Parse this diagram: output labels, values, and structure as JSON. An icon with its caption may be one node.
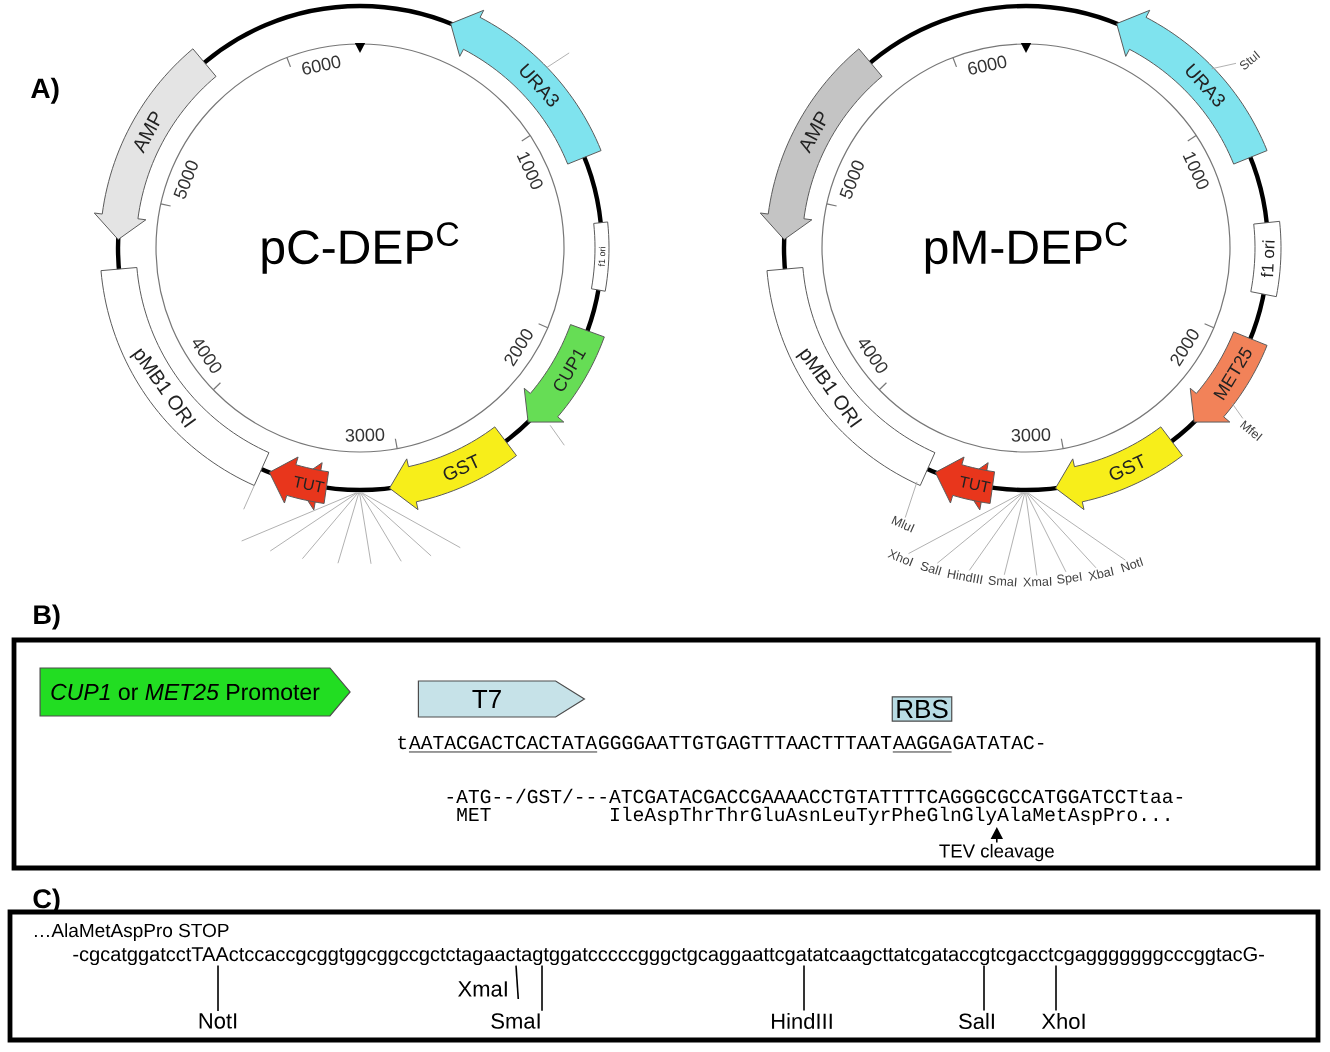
{
  "diagram": {
    "nodes": [
      {
        "text": [
          "pC-DEP$^{C}$"
        ]
      },
      {
        "text": [
          "URA3"
        ]
      },
      {
        "text": [
          "f1 ori"
        ]
      },
      {
        "text": [
          "CUP1"
        ]
      },
      {
        "text": [
          "GST"
        ]
      },
      {
        "text": [
          "TUT"
        ]
      },
      {
        "text": [
          "pMB1 ORI"
        ]
      },
      {
        "text": [
          "AMP"
        ]
      },
      {
        "text": [
          "pM-DEP$^{C}$"
        ]
      },
      {
        "text": [
          "URA3"
        ]
      },
      {
        "text": [
          "f1 ori"
        ]
      },
      {
        "text": [
          "MET25"
        ]
      },
      {
        "text": [
          "GST"
        ]
      },
      {
        "text": [
          "TUT"
        ]
      },
      {
        "text": [
          "pMB1 ORI"
        ]
      },
      {
        "text": [
          "AMP"
        ]
      },
      {
        "text": [
          "StuI"
        ]
      },
      {
        "text": [
          "MfeI"
        ]
      },
      {
        "text": [
          "MluI"
        ]
      },
      {
        "text": [
          "XhoI"
        ]
      },
      {
        "text": [
          "SalI"
        ]
      },
      {
        "text": [
          "HindIII"
        ]
      },
      {
        "text": [
          "SmaI"
        ]
      },
      {
        "text": [
          "XmaI"
        ]
      },
      {
        "text": [
          "SpeI"
        ]
      },
      {
        "text": [
          "XbaI"
        ]
      },
      {
        "text": [
          "NotI"
        ]
      },
      {
        "text": [
          "B)"
        ]
      },
      {
        "text": [
          "*CUP1* or *MET25* Promoter"
        ],
        "in": 27
      },
      {
        "text": [
          "T7"
        ],
        "in": 27
      },
      {
        "text": [
          "RBS"
        ],
        "in": 27
      },
      {
        "text": [
          "IleAspThrThrGluAsnLeuTyrPheGlnGlyAlaMetAspPro..."
        ],
        "in": 27
      },
      {
        "text": [
          "TEV cleavage"
        ],
        "in": 27
      },
      {
        "text": [
          "C)"
        ]
      },
      {
        "text": [
          "-cgcatggatcctTAActccaccgcggtggcggccgctctagaactagtggatcccccgggctgcaggaattcgatatcaagcttatcgataccgtcgacctcgagggggggcccggtacG-"
        ],
        "in": 33
      },
      {
        "text": [
          "NotI"
        ],
        "in": 33
      },
      {
        "text": [
          "XmaI"
        ],
        "in": 33
      },
      {
        "text": [
          "SmaI"
        ],
        "in": 33
      },
      {
        "text": [
          "HindIII"
        ],
        "in": 33
      },
      {
        "text": [
          "SalI"
        ],
        "in": 33
      },
      {
        "text": [
          "XhoI"
        ],
        "in": 33
      }
    ],
    "edges": [
      {
        "from": 16,
        "to": 9,
        "arrow": "none"
      },
      {
        "from": 17,
        "to": 11,
        "arrow": "none"
      },
      {
        "from": 18,
        "to": 14,
        "arrow": "none"
      },
      {
        "from": 19,
        "to": null,
        "arrow": "none"
      },
      {
        "from": 20,
        "to": null,
        "arrow": "none"
      },
      {
        "from": 21,
        "to": null,
        "arrow": "none"
      },
      {
        "from": 22,
        "to": null,
        "arrow": "none"
      },
      {
        "from": 23,
        "to": null,
        "arrow": "none"
      },
      {
        "from": 24,
        "to": null,
        "arrow": "none"
      },
      {
        "from": 25,
        "to": null,
        "arrow": "none"
      },
      {
        "from": 26,
        "to": null,
        "arrow": "none"
      },
      {
        "from": 32,
        "to": 31,
        "arrow": "to",
        "color": "#000000"
      },
      {
        "from": 35,
        "to": 34,
        "arrow": "none",
        "color": "#000000"
      },
      {
        "from": 36,
        "to": 34,
        "arrow": "none",
        "color": "#000000"
      },
      {
        "from": 37,
        "to": 34,
        "arrow": "none",
        "color": "#000000"
      },
      {
        "from": 38,
        "to": 34,
        "arrow": "none",
        "color": "#000000"
      },
      {
        "from": 39,
        "to": 34,
        "arrow": "none",
        "color": "#000000"
      },
      {
        "from": 40,
        "to": 34,
        "arrow": "none",
        "color": "#000000"
      }
    ],
    "labels": [
      "A)",
      "1000",
      "2000",
      "3000",
      "4000",
      "5000",
      "6000",
      "1000",
      "2000",
      "3000",
      "4000",
      "5000",
      "6000",
      "t",
      "AATACGACTCACTATA",
      "GGGGAATTGTGAGTTTAACTTTAAT",
      "AAGGA",
      "GATATAC-",
      "-ATG--/GST/---ATCGATACGACCGAAAACCTGTATTTTCAGGGCGCCATGGATCCTtaa-",
      "MET",
      "…AlaMetAspPro STOP"
    ]
  }
}
